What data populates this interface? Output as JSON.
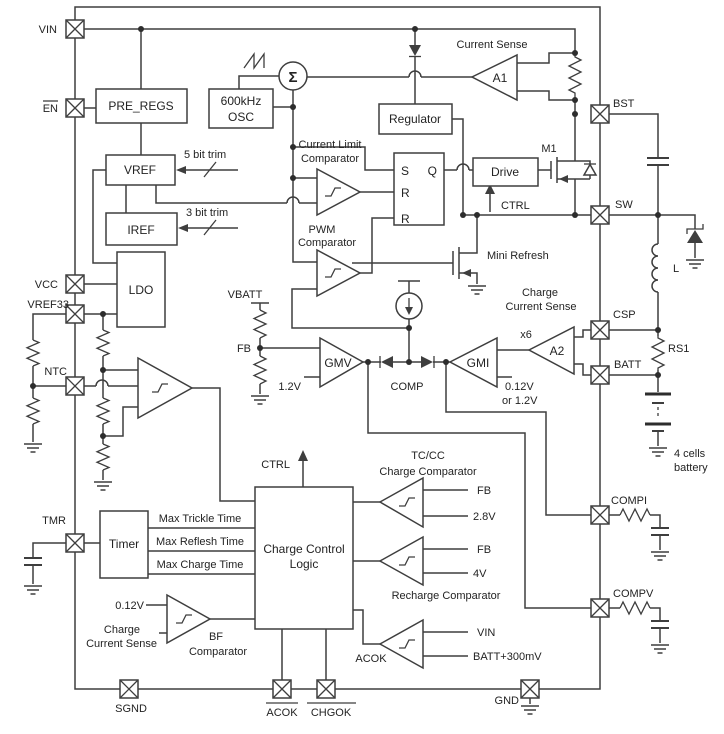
{
  "colors": {
    "line": "#3e3e3e",
    "text": "#232323",
    "background": "#ffffff"
  },
  "pins": {
    "vin": "VIN",
    "en": "EN",
    "vcc": "VCC",
    "vref33": "VREF33",
    "ntc": "NTC",
    "tmr": "TMR",
    "sgnd": "SGND",
    "acok": "ACOK",
    "chgok": "CHGOK",
    "gnd": "GND",
    "bst": "BST",
    "sw": "SW",
    "csp": "CSP",
    "batt": "BATT",
    "compi": "COMPI",
    "compv": "COMPV"
  },
  "blocks": {
    "pre_regs": "PRE_REGS",
    "osc_line1": "600kHz",
    "osc_line2": "OSC",
    "vref": "VREF",
    "iref": "IREF",
    "ldo": "LDO",
    "regulator": "Regulator",
    "drive": "Drive",
    "timer": "Timer",
    "ccl_line1": "Charge Control",
    "ccl_line2": "Logic"
  },
  "latch": {
    "s": "S",
    "q": "Q",
    "r1": "R",
    "r2": "R"
  },
  "amps": {
    "a1": "A1",
    "a2": "A2",
    "gmv": "GMV",
    "gmi": "GMI"
  },
  "comparators": {
    "current_limit_line1": "Current Limit",
    "current_limit_line2": "Comparator",
    "pwm_line1": "PWM",
    "pwm_line2": "Comparator",
    "tccc_line1": "TC/CC",
    "tccc_line2": "Charge Comparator",
    "recharge": "Recharge Comparator",
    "bf_line1": "BF",
    "bf_line2": "Comparator",
    "acok_label": "ACOK"
  },
  "signals": {
    "sigma": "Σ",
    "trim5": "5 bit trim",
    "trim3": "3 bit trim",
    "current_sense": "Current Sense",
    "m1": "M1",
    "ctrl_drive": "CTRL",
    "mini_refresh": "Mini Refresh",
    "charge_cs_line1": "Charge",
    "charge_cs_line2": "Current Sense",
    "x6": "x6",
    "comp": "COMP",
    "vbatt": "VBATT",
    "fb": "FB",
    "v1_2": "1.2V",
    "gmi_ref_line1": "0.12V",
    "gmi_ref_line2": "or 1.2V",
    "rs1": "RS1",
    "inductor": "L",
    "battery_line1": "4 cells",
    "battery_line2": "battery",
    "ctrl_logic": "CTRL",
    "fb_tccc": "FB",
    "v2_8": "2.8V",
    "fb_recharge": "FB",
    "v4": "4V",
    "vin_acok": "VIN",
    "batt300": "BATT+300mV",
    "bf_ref": "0.12V",
    "bf_cs_line1": "Charge",
    "bf_cs_line2": "Current Sense",
    "timer_out1": "Max Trickle Time",
    "timer_out2": "Max Reflesh Time",
    "timer_out3": "Max Charge Time"
  }
}
